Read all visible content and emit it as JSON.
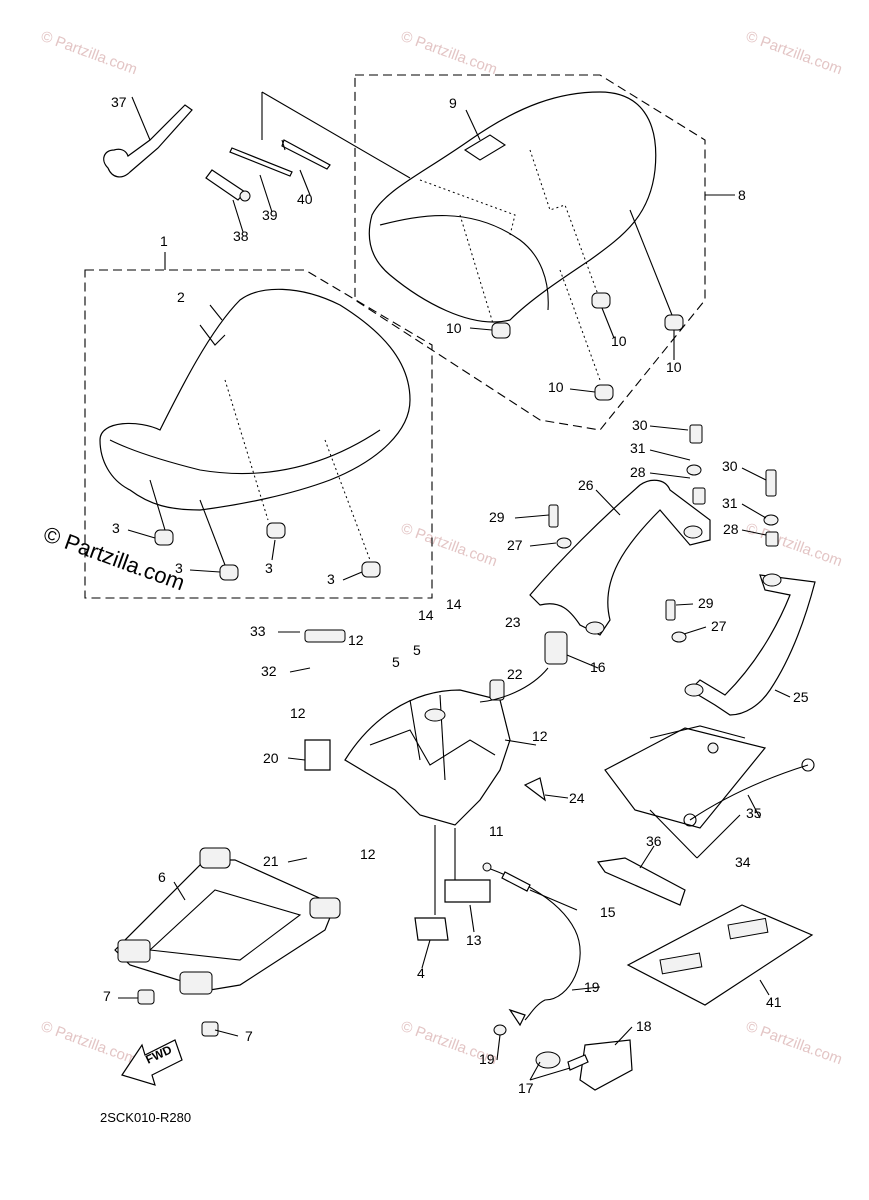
{
  "diagram_code": "2SCK010-R280",
  "brand": "© Partzilla.com",
  "watermark": "© Partzilla.com",
  "fwd_label": "FWD",
  "callouts": [
    "1",
    "2",
    "3",
    "4",
    "5",
    "6",
    "7",
    "8",
    "9",
    "10",
    "11",
    "12",
    "13",
    "14",
    "15",
    "16",
    "17",
    "18",
    "19",
    "20",
    "21",
    "22",
    "23",
    "24",
    "25",
    "26",
    "27",
    "28",
    "29",
    "30",
    "31",
    "32",
    "33",
    "34",
    "35",
    "36",
    "37",
    "38",
    "39",
    "40",
    "41"
  ],
  "colors": {
    "line": "#000000",
    "watermark": "#e3c5c5",
    "background": "#ffffff"
  }
}
